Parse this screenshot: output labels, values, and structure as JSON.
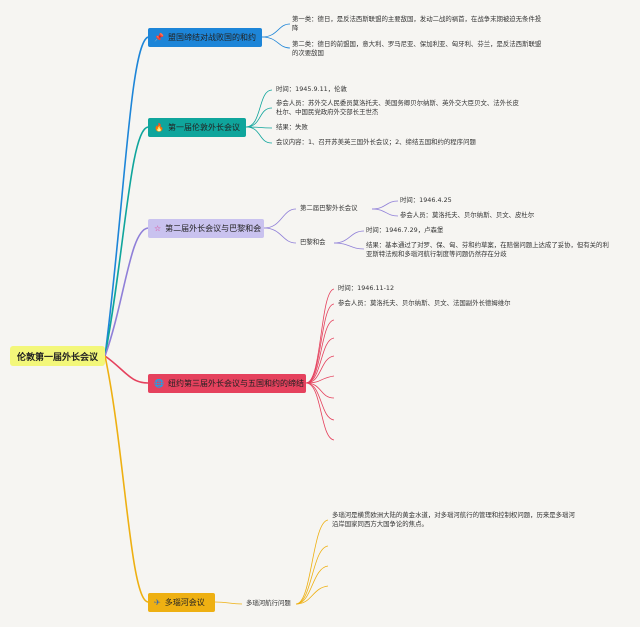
{
  "root": {
    "label": "伦敦第一届外长会议"
  },
  "branches": [
    {
      "label": "盟国缔结对战败国的和约",
      "icon": "pin-icon",
      "color": "#1d85d8",
      "details": [
        "第一类：德日，是反法西斯联盟的主要敌国，发动二战的祸首，在战争末期被迫无条件投降",
        "第二类：德日的前盟国，意大利、罗马尼亚、保加利亚、匈牙利、芬兰，是反法西斯联盟的次要敌国"
      ]
    },
    {
      "label": "第一届伦敦外长会议",
      "icon": "flame-icon",
      "color": "#0fa59c",
      "details": [
        "时间：1945.9.11，伦敦",
        "参会人员：苏外交人民委员莫洛托夫、美国务卿贝尔纳斯、英外交大臣贝文、法外长皮杜尔、中国民党政府外交部长王世杰",
        "结果：失败",
        "会议内容：1、召开苏美英三国外长会议；2、缔结五国和约的程序问题"
      ]
    },
    {
      "label": "第二届外长会议与巴黎和会",
      "icon": "star-icon",
      "color": "#8f7fd8",
      "subtopics": [
        {
          "label": "第二届巴黎外长会议",
          "details": [
            "时间：1946.4.25",
            "参会人员：莫洛托夫、贝尔纳斯、贝文、皮杜尔"
          ]
        },
        {
          "label": "巴黎和会",
          "details": [
            "时间：1946.7.29，卢森堡",
            "结果：基本通过了对罗、保、匈、芬和约草案，在赔偿问题上达成了妥协，但有关的利亚斯特法规和多瑙河航行制度等问题仍然存在分歧"
          ]
        }
      ]
    },
    {
      "label": "纽约第三届外长会议与五国和约的缔结",
      "icon": "globe-icon",
      "color": "#e5415d",
      "details": [
        "时间：1946.11-12",
        "参会人员：莫洛托夫、贝尔纳斯、贝文、法国副外长德姆维尔"
      ]
    },
    {
      "label": "多瑙河会议",
      "icon": "paper-plane-icon",
      "color": "#eeb012",
      "subtopic": "多瑙河航行问题",
      "details": [
        "多瑙河是横贯欧洲大陆的黄金水道，对多瑙河航行的管理和控制权问题，历来是多瑙河沿岸国家同西方大国争论的焦点。"
      ]
    }
  ]
}
